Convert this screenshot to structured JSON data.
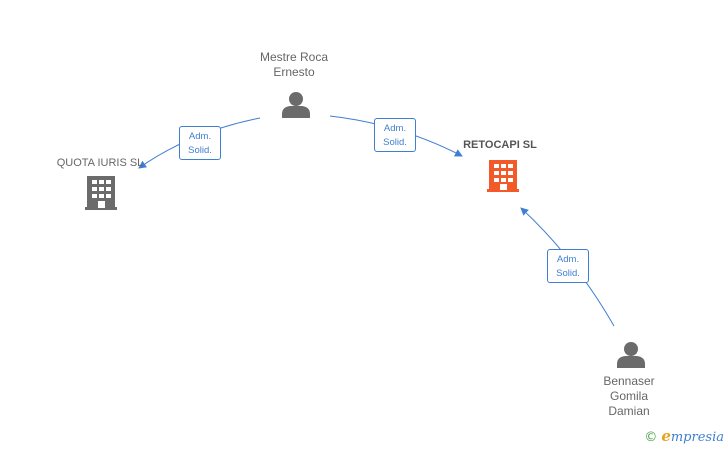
{
  "nodes": {
    "mestre": {
      "label": "Mestre Roca\nErnesto",
      "kind": "person"
    },
    "quota": {
      "label": "QUOTA IURIS SL",
      "kind": "company"
    },
    "retocapi": {
      "label": "RETOCAPI SL",
      "kind": "company-main"
    },
    "bennaser": {
      "label": "Bennaser\nGomila\nDamian",
      "kind": "person"
    }
  },
  "edges": [
    {
      "from": "Mestre Roca Ernesto",
      "to": "QUOTA IURIS SL",
      "label": "Adm.\nSolid."
    },
    {
      "from": "Mestre Roca Ernesto",
      "to": "RETOCAPI SL",
      "label": "Adm.\nSolid."
    },
    {
      "from": "Bennaser Gomila Damian",
      "to": "RETOCAPI SL",
      "label": "Adm.\nSolid."
    }
  ],
  "colors": {
    "edge": "#3f7fd1",
    "person_icon": "#6b6b6b",
    "company_icon": "#6b6b6b",
    "main_company_icon": "#f25a2a"
  },
  "watermark": {
    "copyright": "©",
    "brand_e": "e",
    "brand_rest": "mpresia"
  }
}
